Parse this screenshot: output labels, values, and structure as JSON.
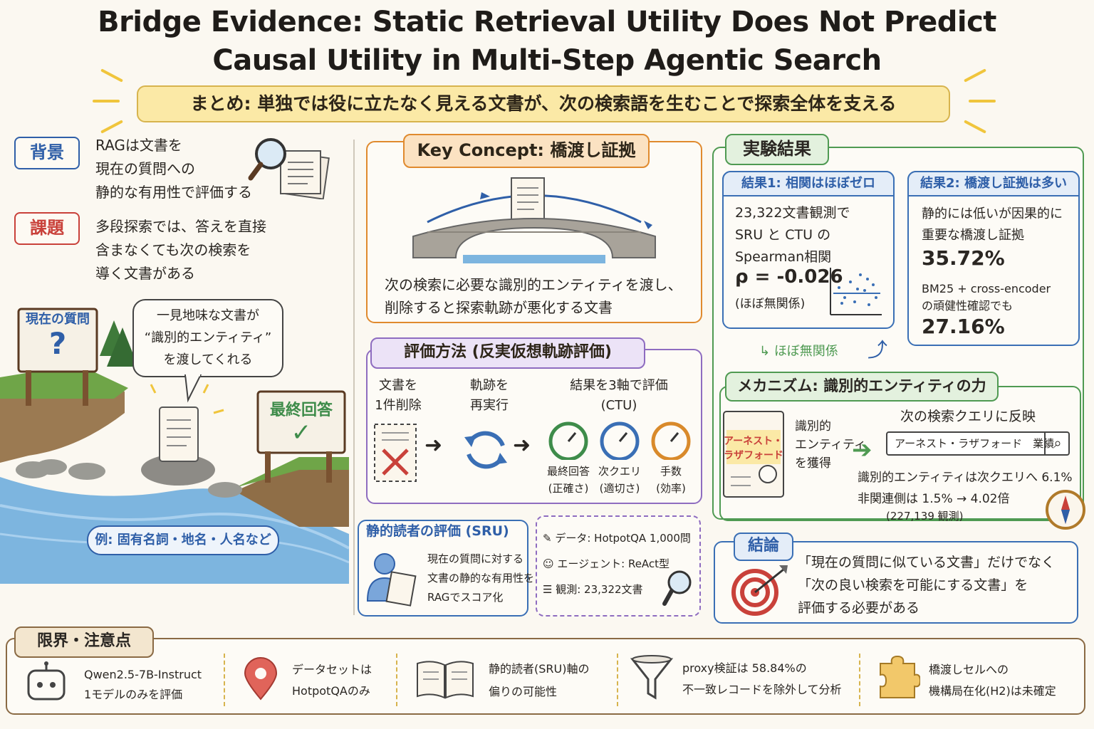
{
  "title": {
    "line1": "Bridge Evidence: Static Retrieval Utility Does Not Predict",
    "line2": "Causal Utility in Multi-Step Agentic Search"
  },
  "summary": "まとめ: 単独では役に立たなく見える文書が、次の検索語を生むことで探索全体を支える",
  "background": {
    "tag": "背景",
    "text": [
      "RAGは文書を",
      "現在の質問への",
      "静的な有用性で評価する"
    ]
  },
  "problem": {
    "tag": "課題",
    "text": [
      "多段探索では、答えを直接",
      "含まなくても次の検索を",
      "導く文書がある"
    ]
  },
  "illustration": {
    "sign_question": "現在の質問",
    "sign_question_mark": "?",
    "sign_answer": "最終回答",
    "sign_answer_check": "✓",
    "bubble": [
      "一見地味な文書が",
      "“識別的エンティティ”",
      "を渡してくれる"
    ],
    "example": "例: 固有名詞・地名・人名など"
  },
  "key_concept": {
    "header": "Key Concept: 橋渡し証拠",
    "text": [
      "次の検索に必要な識別的エンティティを渡し、",
      "削除すると探索軌跡が悪化する文書"
    ]
  },
  "method": {
    "header": "評価方法 (反実仮想軌跡評価)",
    "step1": [
      "文書を",
      "1件削除"
    ],
    "step2": [
      "軌跡を",
      "再実行"
    ],
    "step3": [
      "結果を3軸で評価",
      "(CTU)"
    ],
    "gauges": [
      {
        "label": "最終回答",
        "sub": "(正確さ)",
        "color": "#3e8c4a"
      },
      {
        "label": "次クエリ",
        "sub": "(適切さ)",
        "color": "#3a6fb5"
      },
      {
        "label": "手数",
        "sub": "(効率)",
        "color": "#d98a2b"
      }
    ]
  },
  "sru": {
    "header": "静的読者の評価 (SRU)",
    "text": [
      "現在の質問に対する",
      "文書の静的な有用性を",
      "RAGでスコア化"
    ]
  },
  "data_info": {
    "data": "データ: HotpotQA 1,000問",
    "agent": "エージェント: ReAct型",
    "obs": "観測: 23,322文書"
  },
  "results": {
    "header": "実験結果",
    "r1": {
      "header": "結果1: 相関はほぼゼロ",
      "lines": [
        "23,322文書観測で",
        "SRU と CTU の",
        "Spearman相関"
      ],
      "rho": "ρ = -0.026",
      "note": "(ほぼ無関係)"
    },
    "r2": {
      "header": "結果2: 橋渡し証拠は多い",
      "lines": [
        "静的には低いが因果的に",
        "重要な橋渡し証拠"
      ],
      "v1": "35.72%",
      "note": [
        "BM25 + cross-encoder",
        "の頑健性確認でも"
      ],
      "v2": "27.16%"
    },
    "arrow_note": "ほぼ無関係"
  },
  "mechanism": {
    "header": "メカニズム: 識別的エンティティの力",
    "doc_label": [
      "アーネスト・",
      "ラザフォード"
    ],
    "acquire": [
      "識別的",
      "エンティティ",
      "を獲得"
    ],
    "query_title": "次の検索クエリに反映",
    "query_value": "アーネスト・ラザフォード　業績",
    "stat1": "識別的エンティティは次クエリへ 6.1%",
    "stat2": "非関連側は 1.5% → 4.02倍",
    "stat3": "(227,139 観測)"
  },
  "conclusion": {
    "header": "結論",
    "text": [
      "「現在の質問に似ている文書」だけでなく",
      "「次の良い検索を可能にする文書」を",
      "評価する必要がある"
    ]
  },
  "limits": {
    "header": "限界・注意点",
    "items": [
      {
        "icon": "robot-icon",
        "text": [
          "Qwen2.5-7B-Instruct",
          "1モデルのみを評価"
        ]
      },
      {
        "icon": "map-pin-icon",
        "text": [
          "データセットは",
          "HotpotQAのみ"
        ]
      },
      {
        "icon": "book-icon",
        "text": [
          "静的読者(SRU)軸の",
          "偏りの可能性"
        ]
      },
      {
        "icon": "funnel-icon",
        "text": [
          "proxy検証は 58.84%の",
          "不一致レコードを除外して分析"
        ]
      },
      {
        "icon": "puzzle-icon",
        "text": [
          "橋渡しセルへの",
          "機構局在化(H2)は未確定"
        ]
      }
    ]
  },
  "colors": {
    "blue": "#2f5fa8",
    "red": "#c9413a",
    "orange": "#e08a2e",
    "purple": "#8e6cc0",
    "green": "#4f9a52",
    "yellow": "#fbe9a6"
  }
}
